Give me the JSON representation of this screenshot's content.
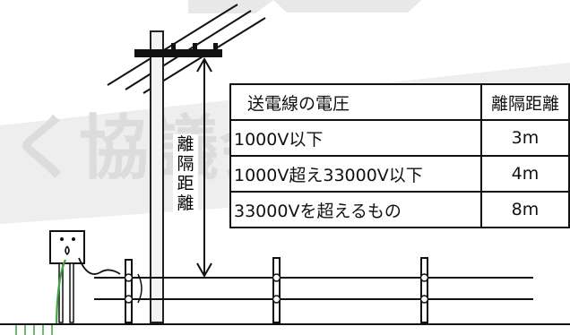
{
  "vertical_label": [
    "離",
    "隔",
    "距",
    "離"
  ],
  "table": {
    "header": {
      "voltage": "送電線の電圧",
      "distance": "離隔距離"
    },
    "rows": [
      {
        "voltage": "1000V以下",
        "distance": "3m"
      },
      {
        "voltage": "1000V超え33000V以下",
        "distance": "4m"
      },
      {
        "voltage": "33000Vを超えるもの",
        "distance": "8m"
      }
    ]
  },
  "watermark": "く協議会",
  "colors": {
    "ground_wire": "#3aa53a",
    "line": "#111111",
    "watermark": "#e6e6e6"
  }
}
